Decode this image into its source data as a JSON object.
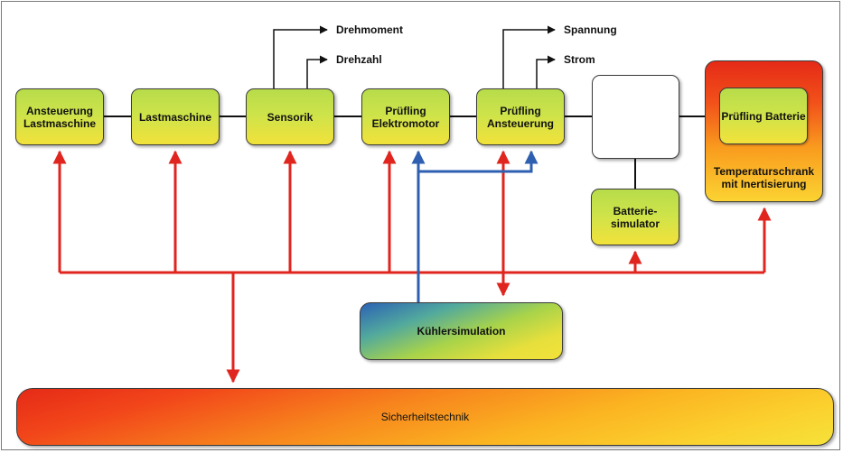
{
  "blocks": {
    "ansteuerung_lastmaschine": [
      "Ansteuerung",
      "Lastmaschine"
    ],
    "lastmaschine": "Lastmaschine",
    "sensorik": "Sensorik",
    "pruefling_elektromotor": [
      "Prüfling",
      "Elektromotor"
    ],
    "pruefling_ansteuerung": [
      "Prüfling",
      "Ansteuerung"
    ],
    "batteriesimulator": [
      "Batterie-",
      "simulator"
    ],
    "pruefling_batterie": [
      "Prüfling",
      "Batterie"
    ],
    "temperaturschrank": [
      "Temperaturschrank",
      "mit Inertisierung"
    ],
    "kuehlersimulation": "Kühlersimulation",
    "sicherheitstechnik": "Sicherheitstechnik"
  },
  "outputs": {
    "drehmoment": "Drehmoment",
    "drehzahl": "Drehzahl",
    "spannung": "Spannung",
    "strom": "Strom"
  },
  "colors": {
    "safety_line": "#e0251f",
    "cooling_line": "#2e5fb0",
    "signal_line": "#111111",
    "block_top": "#b7dc4a",
    "block_bottom": "#f2e23a"
  }
}
